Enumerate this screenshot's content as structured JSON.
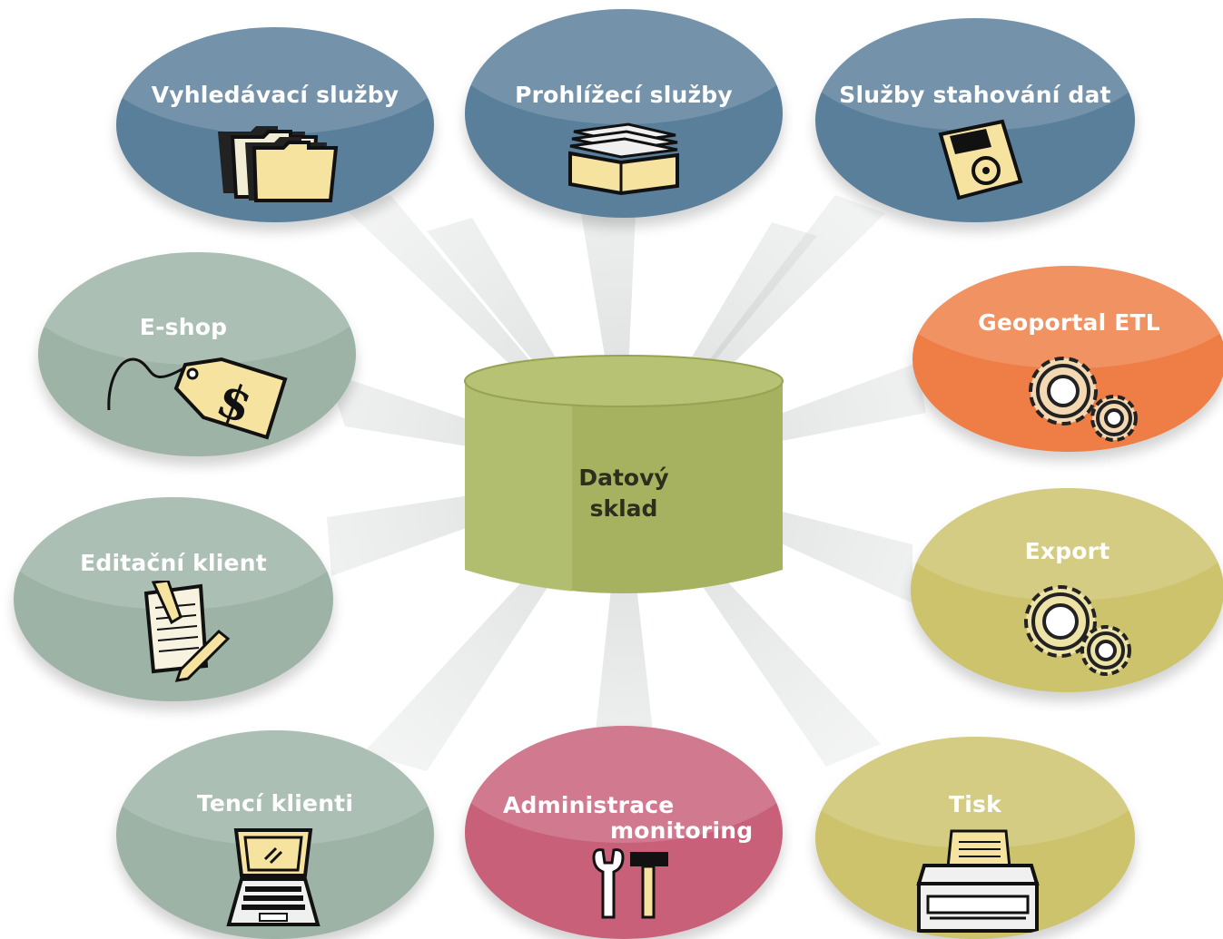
{
  "center": {
    "line1": "Datový",
    "line2": "sklad"
  },
  "nodes": {
    "vyhledavaci": "Vyhledávací služby",
    "prohlizeci": "Prohlížecí služby",
    "stahovani": "Služby stahování dat",
    "eshop": "E-shop",
    "geoportal": "Geoportal ETL",
    "editacni": "Editační klient",
    "export": "Export",
    "tenci": "Tencí klienti",
    "administrace_line1": "Administrace",
    "administrace_line2": "monitoring",
    "tisk": "Tisk"
  },
  "colors": {
    "steel_blue": "#5a7f9a",
    "sage": "#9db3a6",
    "orange": "#ee7e45",
    "khaki": "#cdc36c",
    "rose": "#c8607a",
    "olive_cylinder": "#a9b565"
  },
  "icons": {
    "vyhledavaci": "folders-icon",
    "prohlizeci": "paper-stack-icon",
    "stahovani": "floppy-disk-icon",
    "eshop": "price-tag-icon",
    "geoportal": "gears-icon",
    "editacni": "document-pen-icon",
    "export": "gears-icon",
    "tenci": "laptop-icon",
    "administrace": "tools-icon",
    "tisk": "printer-icon"
  }
}
